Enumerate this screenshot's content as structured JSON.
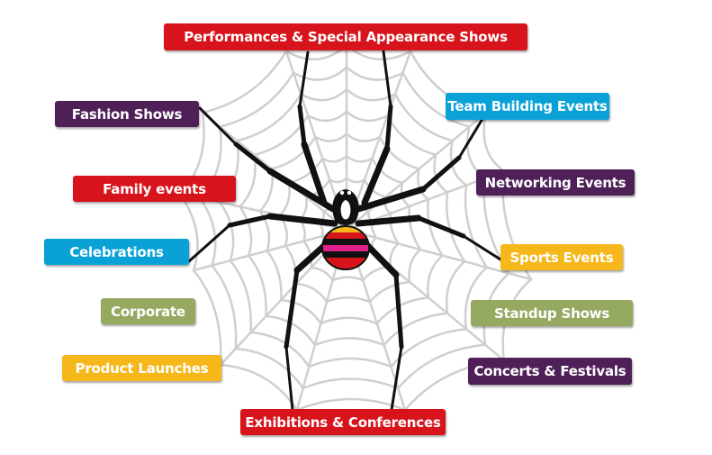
{
  "colors": {
    "red": "#d7141c",
    "purple": "#4f2058",
    "blue": "#0aa2d6",
    "yellow": "#f6b71b",
    "green": "#95a961",
    "web": "#cfcfcf",
    "spider": "#111111"
  },
  "labels": {
    "performances": "Performances & Special Appearance Shows",
    "fashion": "Fashion Shows",
    "team_building": "Team Building Events",
    "family": "Family events",
    "networking": "Networking Events",
    "celebrations": "Celebrations",
    "sports": "Sports Events",
    "corporate": "Corporate",
    "standup": "Standup Shows",
    "product": "Product Launches",
    "concerts": "Concerts & Festivals",
    "exhibitions": "Exhibitions & Conferences"
  },
  "label_colors": {
    "performances": "red",
    "fashion": "purple",
    "team_building": "blue",
    "family": "red",
    "networking": "purple",
    "celebrations": "blue",
    "sports": "yellow",
    "corporate": "green",
    "standup": "green",
    "product": "yellow",
    "concerts": "purple",
    "exhibitions": "red"
  }
}
